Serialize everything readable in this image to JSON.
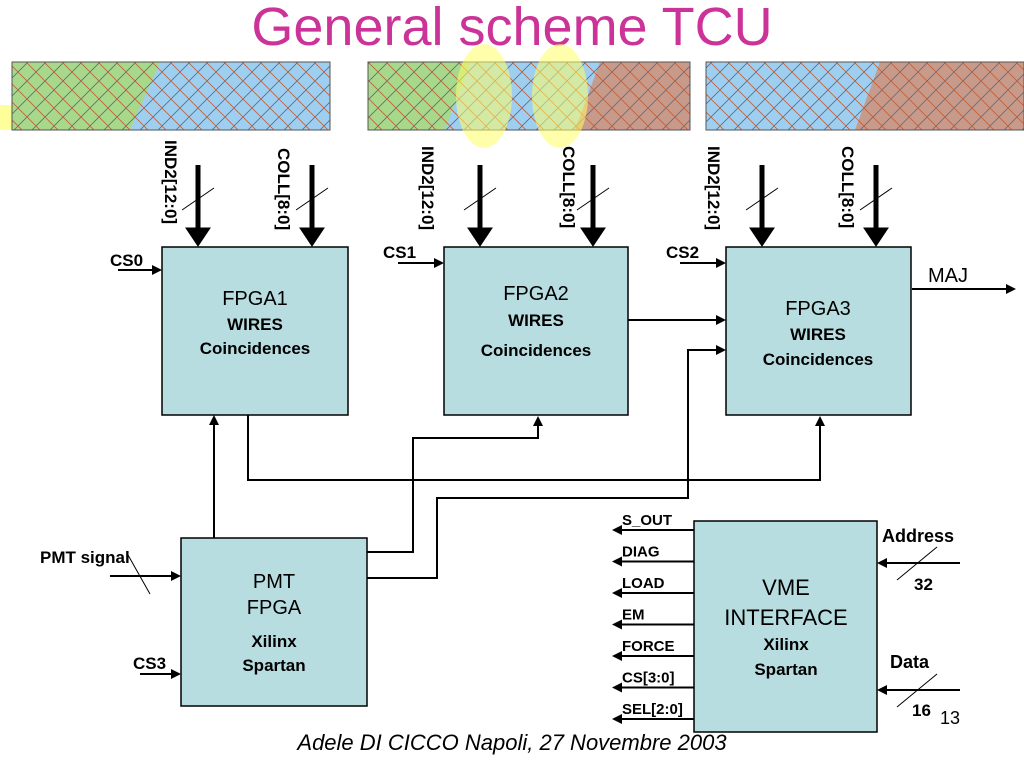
{
  "title": "General scheme TCU",
  "fpga1": {
    "name": "FPGA1",
    "line2": "WIRES",
    "line3": "Coincidences",
    "cs": "CS0",
    "ind": "IND2[12:0]",
    "coll": "COLL[8:0]"
  },
  "fpga2": {
    "name": "FPGA2",
    "line2": "WIRES",
    "line3": "Coincidences",
    "cs": "CS1",
    "ind": "IND2[12:0]",
    "coll": "COLL[8:0]"
  },
  "fpga3": {
    "name": "FPGA3",
    "line2": "WIRES",
    "line3": "Coincidences",
    "cs": "CS2",
    "ind": "IND2[12:0]",
    "coll": "COLL[8:0]",
    "out": "MAJ"
  },
  "pmt": {
    "line1": "PMT",
    "line2": "FPGA",
    "line3": "Xilinx",
    "line4": "Spartan",
    "input": "PMT signal",
    "cs": "CS3"
  },
  "vme": {
    "line1": "VME",
    "line2": "INTERFACE",
    "line3": "Xilinx",
    "line4": "Spartan",
    "outputs": [
      "S_OUT",
      "DIAG",
      "LOAD",
      "EM",
      "FORCE",
      "CS[3:0]",
      "SEL[2:0]"
    ],
    "address_label": "Address",
    "address_width": "32",
    "data_label": "Data",
    "data_width": "16"
  },
  "footer": "Adele DI CICCO   Napoli, 27 Novembre 2003",
  "page_number": "13",
  "colors": {
    "title": "#cc3399",
    "box_fill": "#b8dde1",
    "strip_green": "#a8d88a",
    "strip_blue": "#9fcff0",
    "strip_brown": "#c89a8a",
    "highlight": "#ffff99"
  }
}
